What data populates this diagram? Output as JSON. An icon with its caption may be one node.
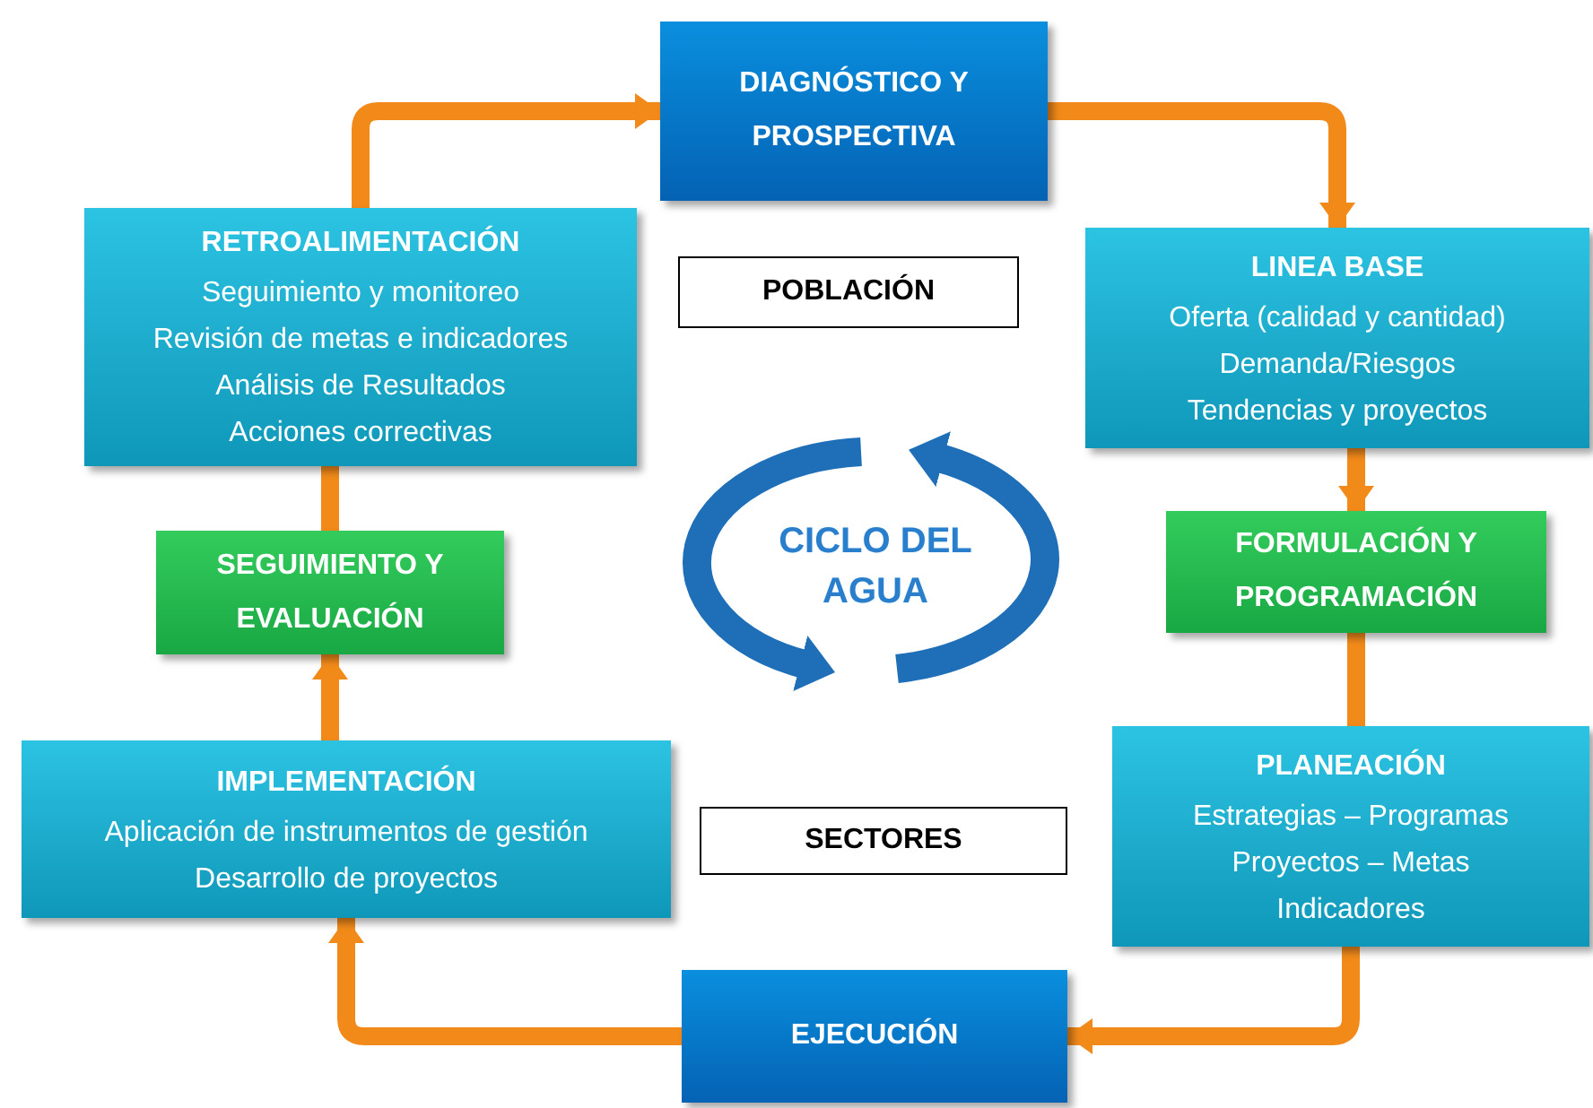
{
  "diagram": {
    "nodes": [
      {
        "text": [
          "DIAGNÓSTICO Y PROSPECTIVA"
        ]
      },
      {
        "text": [
          "LINEA BASE",
          "Oferta (calidad y cantidad)",
          "Demanda/Riesgos",
          "Tendencias y proyectos"
        ]
      },
      {
        "text": [
          "FORMULACIÓN Y PROGRAMACIÓN"
        ]
      },
      {
        "text": [
          "PLANEACIÓN",
          "Estrategias – Programas",
          "Proyectos – Metas",
          "Indicadores"
        ]
      },
      {
        "text": [
          "EJECUCIÓN"
        ]
      },
      {
        "text": [
          "IMPLEMENTACIÓN",
          "Aplicación de instrumentos de gestión",
          "Desarrollo de proyectos"
        ]
      },
      {
        "text": [
          "SEGUIMIENTO Y EVALUACIÓN"
        ]
      },
      {
        "text": [
          "RETROALIMENTACIÓN",
          "Seguimiento y monitoreo",
          "Revisión de metas e indicadores",
          "Análisis de Resultados",
          "Acciones correctivas"
        ]
      },
      {
        "text": [
          "POBLACIÓN"
        ]
      },
      {
        "text": [
          "SECTORES"
        ]
      }
    ],
    "edges": [
      {
        "from": 7,
        "to": 0,
        "arrow": "to"
      },
      {
        "from": 0,
        "to": 1,
        "arrow": "to"
      },
      {
        "from": 1,
        "to": 2,
        "arrow": "to"
      },
      {
        "from": 2,
        "to": 3,
        "arrow": "none"
      },
      {
        "from": 3,
        "to": 4,
        "arrow": "to"
      },
      {
        "from": 4,
        "to": 5,
        "arrow": "to"
      },
      {
        "from": 5,
        "to": 6,
        "arrow": "to"
      },
      {
        "from": 6,
        "to": 7,
        "arrow": "none"
      }
    ],
    "labels": [
      "CICLO DEL AGUA"
    ]
  }
}
